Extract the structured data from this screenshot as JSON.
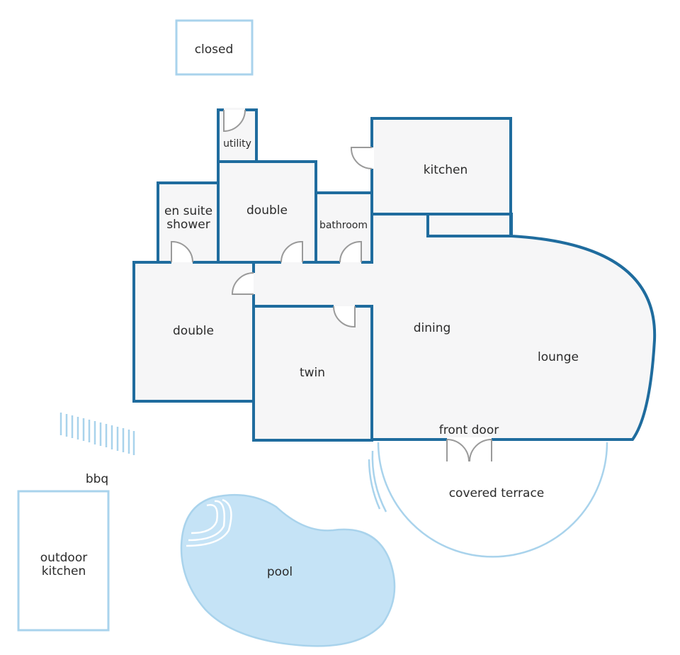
{
  "rooms": {
    "closed": "closed",
    "utility": "utility",
    "kitchen": "kitchen",
    "en_suite_line1": "en suite",
    "en_suite_line2": "shower",
    "double_top": "double",
    "bathroom": "bathroom",
    "double_left": "double",
    "dining": "dining",
    "lounge": "lounge",
    "twin": "twin",
    "front_door": "front door",
    "covered_terrace": "covered terrace",
    "bbq": "bbq",
    "outdoor_kitchen_line1": "outdoor",
    "outdoor_kitchen_line2": "kitchen",
    "pool": "pool"
  },
  "colors": {
    "wall": "#1f6c9e",
    "outdoor_outline": "#a9d3ec",
    "pool_fill": "#c5e3f6",
    "floor": "#f6f6f7",
    "door": "#9a9a9a"
  }
}
